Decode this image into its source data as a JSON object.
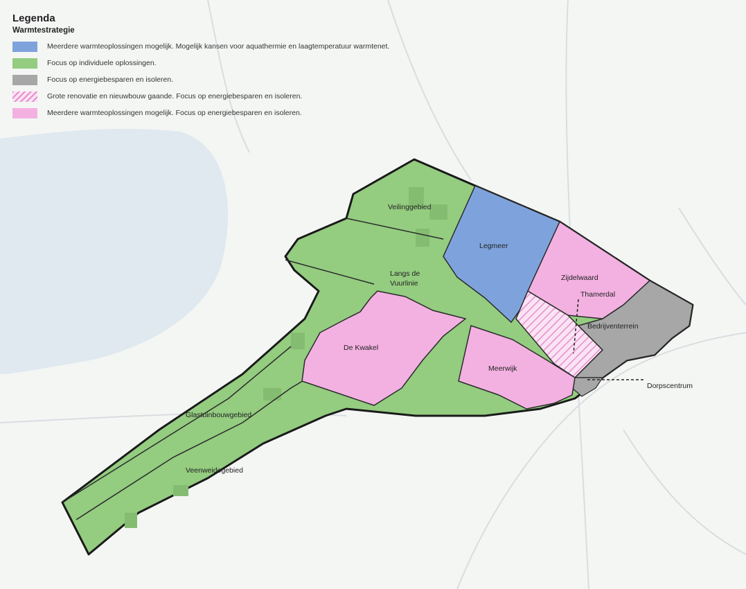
{
  "legend": {
    "title": "Legenda",
    "subtitle": "Warmtestrategie",
    "items": [
      {
        "label": "Meerdere warmteoplossingen mogelijk. Mogelijk kansen voor aquathermie en laagtemperatuur warmtenet.",
        "color": "#7ea3dc",
        "pattern": "solid"
      },
      {
        "label": "Focus op individuele oplossingen.",
        "color": "#94cc80",
        "pattern": "solid"
      },
      {
        "label": "Focus op energiebesparen en isoleren.",
        "color": "#a7a7a7",
        "pattern": "solid"
      },
      {
        "label": "Grote renovatie en nieuwbouw gaande. Focus op energiebesparen en isoleren.",
        "color": "#f0a7dc",
        "pattern": "hatched"
      },
      {
        "label": "Meerdere warmteoplossingen mogelijk. Focus op energiebesparen en isoleren.",
        "color": "#f3b1e1",
        "pattern": "solid"
      }
    ]
  },
  "areas": {
    "veilinggebied": "Veilinggebied",
    "legmeer": "Legmeer",
    "zijdelwaard": "Zijdelwaard",
    "thamerdal": "Thamerdal",
    "langs_vuurlinie_1": "Langs de",
    "langs_vuurlinie_2": "Vuurlinie",
    "bedrijventerrein": "Bedrijventerrein",
    "de_kwakel": "De Kwakel",
    "meerwijk": "Meerwijk",
    "dorpscentrum": "Dorpscentrum",
    "glastuinbouwgebied": "Glastuinbouwgebied",
    "veenweidegebied": "Veenweidegebied"
  },
  "colors": {
    "green": "#94cc80",
    "blue": "#7ea3dc",
    "grey": "#a7a7a7",
    "pink": "#f3b1e1",
    "hatch": "#e58fcd",
    "water": "#dfe9ef",
    "background": "#f4f6f4",
    "boundary": "#1a1a1a"
  }
}
